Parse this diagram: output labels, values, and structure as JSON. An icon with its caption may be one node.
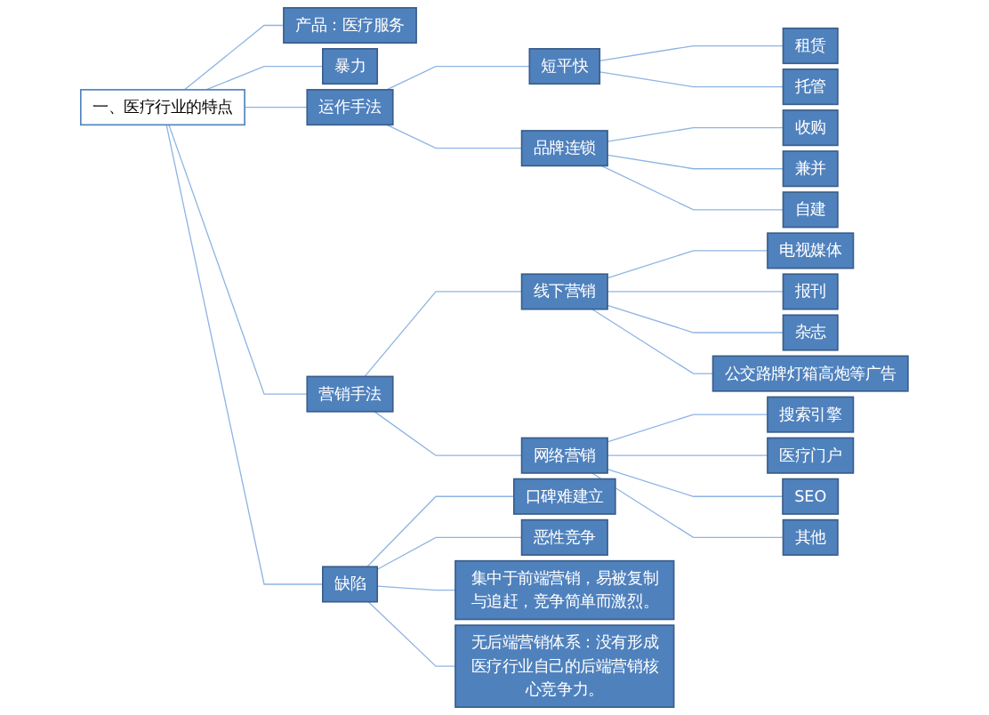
{
  "diagram": {
    "nodes": [
      {
        "text": [
          "一、医疗行业的特点"
        ]
      },
      {
        "text": [
          "产品：医疗服务"
        ]
      },
      {
        "text": [
          "暴力"
        ]
      },
      {
        "text": [
          "运作手法"
        ]
      },
      {
        "text": [
          "短平快"
        ]
      },
      {
        "text": [
          "租赁"
        ]
      },
      {
        "text": [
          "托管"
        ]
      },
      {
        "text": [
          "品牌连锁"
        ]
      },
      {
        "text": [
          "收购"
        ]
      },
      {
        "text": [
          "兼并"
        ]
      },
      {
        "text": [
          "自建"
        ]
      },
      {
        "text": [
          "营销手法"
        ]
      },
      {
        "text": [
          "线下营销"
        ]
      },
      {
        "text": [
          "电视媒体"
        ]
      },
      {
        "text": [
          "报刊"
        ]
      },
      {
        "text": [
          "杂志"
        ]
      },
      {
        "text": [
          "公交路牌灯箱高炮等广告"
        ]
      },
      {
        "text": [
          "网络营销"
        ]
      },
      {
        "text": [
          "搜索引擎"
        ]
      },
      {
        "text": [
          "医疗门户"
        ]
      },
      {
        "text": [
          "SEO"
        ]
      },
      {
        "text": [
          "其他"
        ]
      },
      {
        "text": [
          "缺陷"
        ]
      },
      {
        "text": [
          "口碑难建立"
        ]
      },
      {
        "text": [
          "恶性竞争"
        ]
      },
      {
        "text": [
          "集中于前端营销，易被复制与追赶，竞争简单而激烈。"
        ]
      },
      {
        "text": [
          "无后端营销体系：没有形成医疗行业自己的后端营销核心竞争力。"
        ]
      }
    ],
    "edges": [
      {
        "from": 0,
        "to": 1,
        "arrow": "none"
      },
      {
        "from": 0,
        "to": 2,
        "arrow": "none"
      },
      {
        "from": 0,
        "to": 3,
        "arrow": "none"
      },
      {
        "from": 3,
        "to": 4,
        "arrow": "none"
      },
      {
        "from": 4,
        "to": 5,
        "arrow": "none"
      },
      {
        "from": 4,
        "to": 6,
        "arrow": "none"
      },
      {
        "from": 3,
        "to": 7,
        "arrow": "none"
      },
      {
        "from": 7,
        "to": 8,
        "arrow": "none"
      },
      {
        "from": 7,
        "to": 9,
        "arrow": "none"
      },
      {
        "from": 7,
        "to": 10,
        "arrow": "none"
      },
      {
        "from": 0,
        "to": 11,
        "arrow": "none"
      },
      {
        "from": 11,
        "to": 12,
        "arrow": "none"
      },
      {
        "from": 12,
        "to": 13,
        "arrow": "none"
      },
      {
        "from": 12,
        "to": 14,
        "arrow": "none"
      },
      {
        "from": 12,
        "to": 15,
        "arrow": "none"
      },
      {
        "from": 12,
        "to": 16,
        "arrow": "none"
      },
      {
        "from": 11,
        "to": 17,
        "arrow": "none"
      },
      {
        "from": 17,
        "to": 18,
        "arrow": "none"
      },
      {
        "from": 17,
        "to": 19,
        "arrow": "none"
      },
      {
        "from": 17,
        "to": 20,
        "arrow": "none"
      },
      {
        "from": 17,
        "to": 21,
        "arrow": "none"
      },
      {
        "from": 0,
        "to": 22,
        "arrow": "none"
      },
      {
        "from": 22,
        "to": 23,
        "arrow": "none"
      },
      {
        "from": 22,
        "to": 24,
        "arrow": "none"
      },
      {
        "from": 22,
        "to": 25,
        "arrow": "none"
      },
      {
        "from": 22,
        "to": 26,
        "arrow": "none"
      }
    ]
  }
}
